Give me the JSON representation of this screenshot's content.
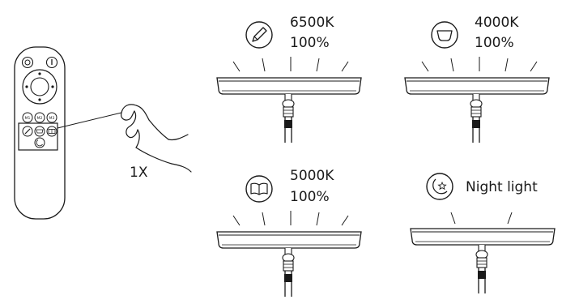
{
  "remote": {
    "button_labels": [
      "M1",
      "M2",
      "M3"
    ]
  },
  "press_count": "1X",
  "modes": [
    {
      "icon": "pencil-icon",
      "line1": "6500K",
      "line2": "100%"
    },
    {
      "icon": "cup-icon",
      "line1": "4000K",
      "line2": "100%"
    },
    {
      "icon": "book-icon",
      "line1": "5000K",
      "line2": "100%"
    },
    {
      "icon": "moon-star-icon",
      "line1": "Night light"
    }
  ]
}
